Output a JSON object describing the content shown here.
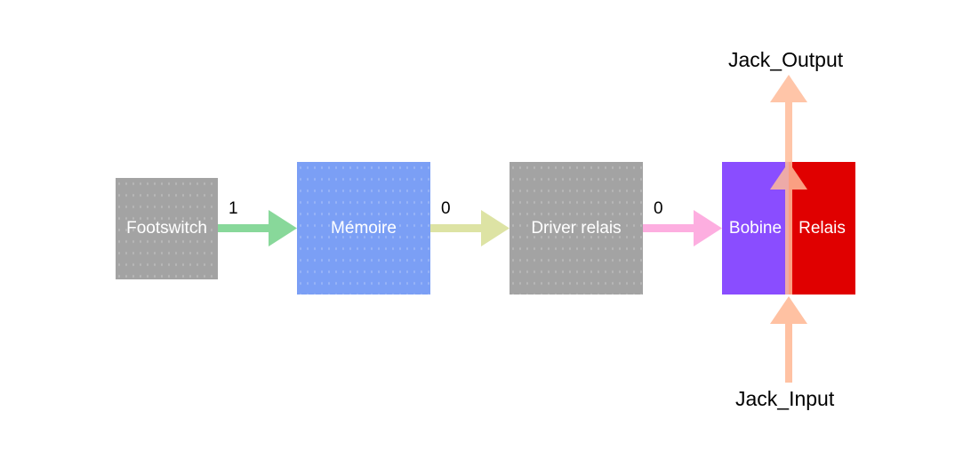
{
  "blocks": {
    "footswitch": "Footswitch",
    "memoire": "Mémoire",
    "driver": "Driver relais",
    "bobine": "Bobine",
    "relais": "Relais"
  },
  "signals": {
    "footswitch_to_memoire": "1",
    "memoire_to_driver": "0",
    "driver_to_bobine": "0"
  },
  "jacks": {
    "output": "Jack_Output",
    "input": "Jack_Input"
  },
  "colors": {
    "footswitch": "#a3a3a3",
    "memoire": "#7b9ff5",
    "driver": "#a3a3a3",
    "bobine": "#8a4dff",
    "relais": "#e00000",
    "arrow_1": "#88d89a",
    "arrow_2": "#dde3a4",
    "arrow_3": "#fdaee0",
    "jack_arrows": "#ffbb99"
  }
}
